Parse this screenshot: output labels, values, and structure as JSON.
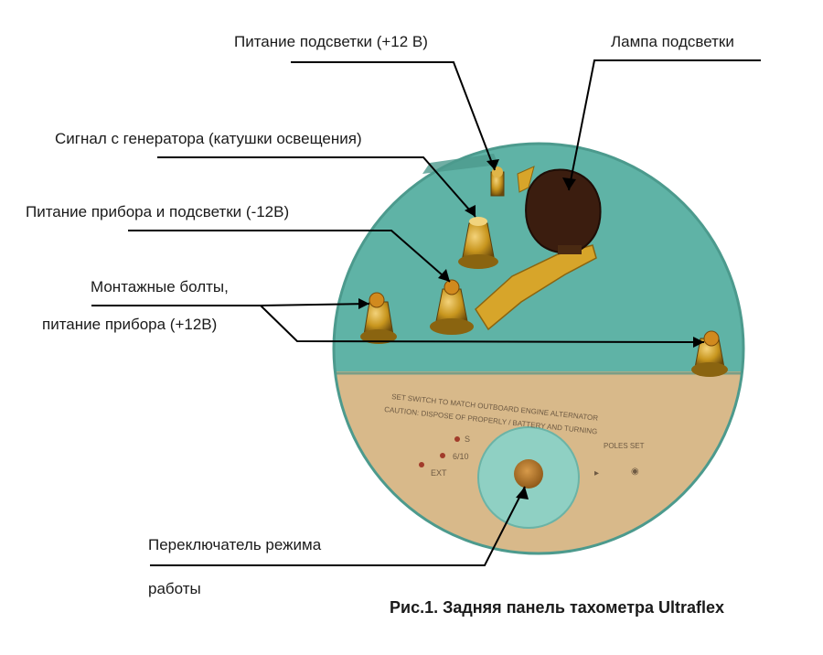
{
  "labels": {
    "backlight_power": "Питание подсветки (+12 В)",
    "backlight_lamp": "Лампа подсветки",
    "generator_signal": "Сигнал с генератора (катушки освещения)",
    "device_power": "Питание прибора и подсветки (-12В)",
    "mount_bolts_line1": "Монтажные болты,",
    "mount_bolts_line2": "питание прибора (+12В)",
    "mode_switch_line1": "Переключатель режима",
    "mode_switch_line2": "работы"
  },
  "panel_text": {
    "line1": "SET SWITCH TO MATCH OUTBOARD ENGINE ALTERNATOR",
    "line2": "CAUTION: DISPOSE OF PROPERLY / BATTERY AND TURNING",
    "line3": "POLES SET",
    "mark_s": "S",
    "mark_6": "6/10",
    "mark_ext": "EXT"
  },
  "caption": "Рис.1. Задняя панель тахометра Ultraflex",
  "colors": {
    "teal": "#5fb3a6",
    "tan": "#d8b98a",
    "brass": "#c8961e",
    "line": "#000000"
  }
}
